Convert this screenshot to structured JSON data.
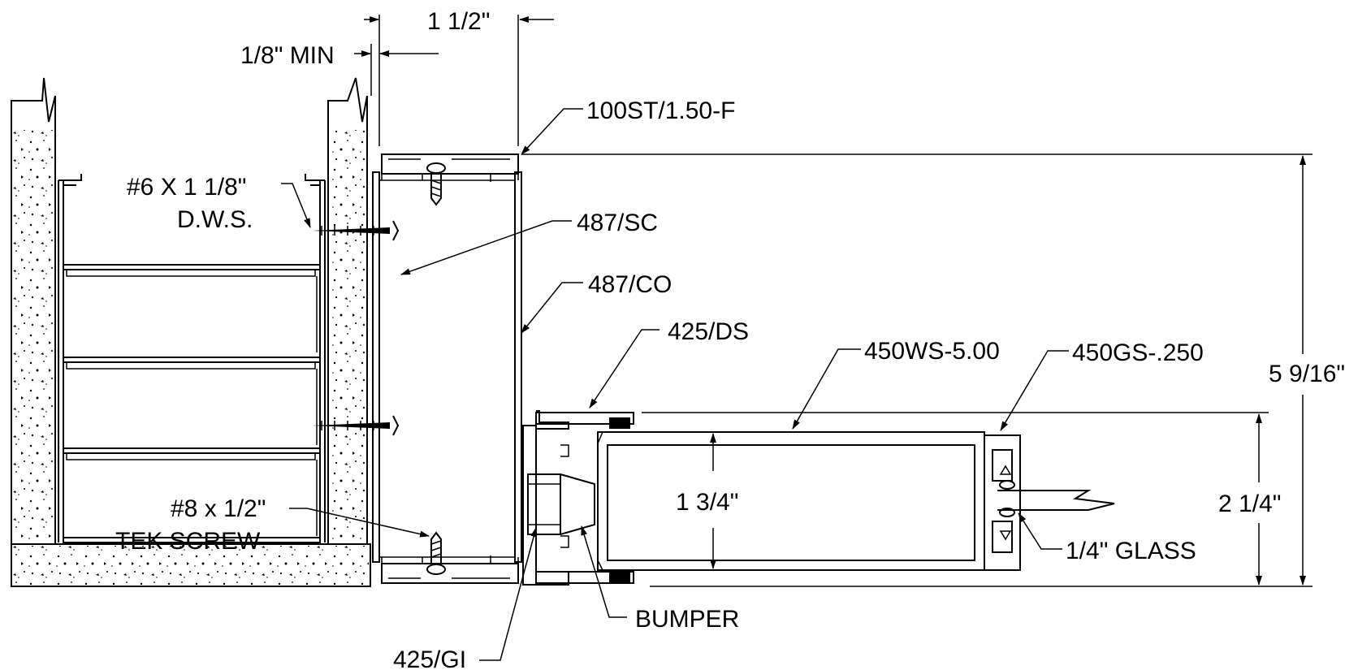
{
  "labels": {
    "dim_1_1_2": "1 1/2\"",
    "dim_1_8_min": "1/8\" MIN",
    "part_100st": "100ST/1.50-F",
    "screw_dws_line1": "#6 X 1 1/8\"",
    "screw_dws_line2": "D.W.S.",
    "part_487sc": "487/SC",
    "part_487co": "487/CO",
    "part_425ds": "425/DS",
    "part_450ws": "450WS-5.00",
    "part_450gs": "450GS-.250",
    "dim_5_9_16": "5 9/16\"",
    "dim_1_3_4": "1 3/4\"",
    "dim_2_1_4": "2 1/4\"",
    "screw_tek_line1": "#8 x 1/2\"",
    "screw_tek_line2": "TEK SCREW",
    "glass_label": "1/4\" GLASS",
    "bumper_label": "BUMPER",
    "part_425gi": "425/GI"
  }
}
